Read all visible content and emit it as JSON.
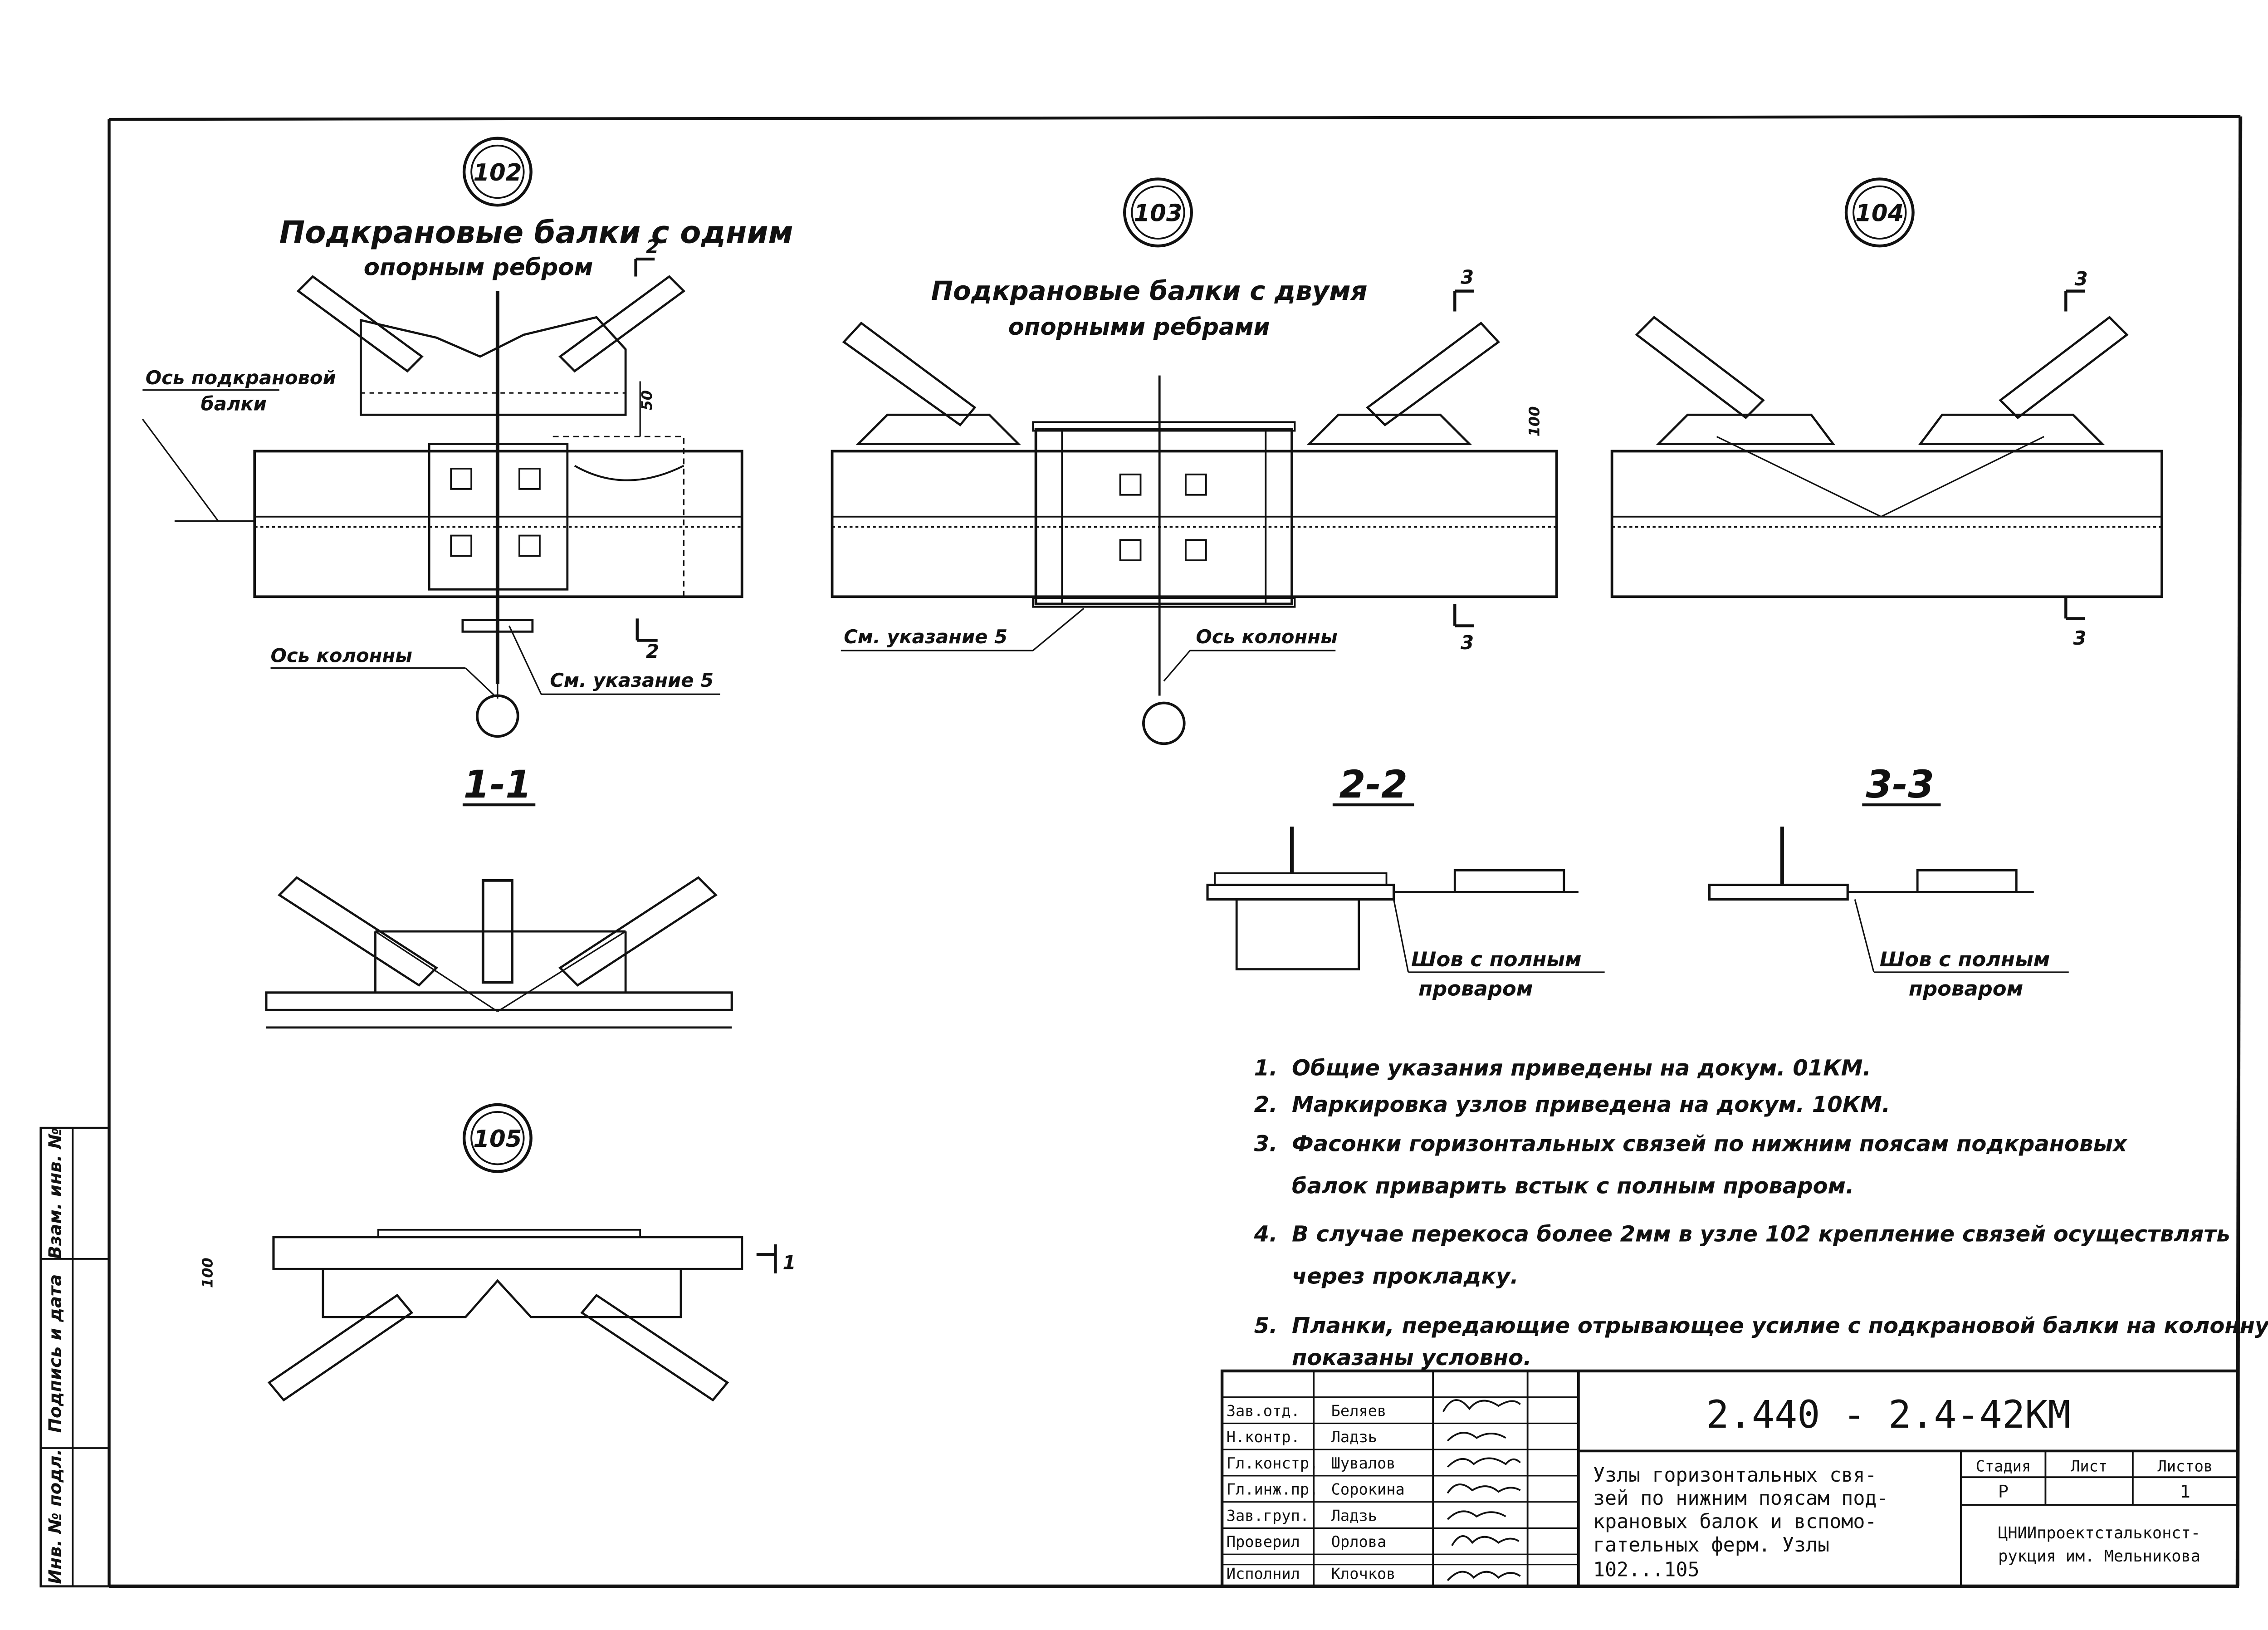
{
  "nodes": {
    "n102": {
      "id": "102",
      "title_line1": "Подкрановые балки с одним",
      "title_line2": "опорным ребром",
      "beam_axis_l1": "Ось подкрановой",
      "beam_axis_l2": "балки",
      "column_axis": "Ось колонны",
      "see_note": "См. указание 5",
      "dim": "50",
      "cut_top": "2",
      "cut_bottom": "2"
    },
    "n103": {
      "id": "103",
      "title_line1": "Подкрановые   балки с двумя",
      "title_line2": "опорными  ребрами",
      "see_note": "См. указание 5",
      "column_axis": "Ось колонны",
      "dim": "100",
      "cut_top": "3",
      "cut_bottom": "3"
    },
    "n104": {
      "id": "104",
      "cut_top": "3",
      "cut_bottom": "3"
    },
    "n105": {
      "id": "105",
      "dim": "100",
      "cut": "1"
    }
  },
  "sections": {
    "s11": "1-1",
    "s22": {
      "title": "2-2",
      "weld_l1": "Шов с полным",
      "weld_l2": "проваром"
    },
    "s33": {
      "title": "3-3",
      "weld_l1": "Шов с полным",
      "weld_l2": "проваром"
    }
  },
  "notes": [
    {
      "num": "1.",
      "lines": [
        "Общие  указания  приведены  на  докум. 01КМ."
      ]
    },
    {
      "num": "2.",
      "lines": [
        "Маркировка  узлов  приведена на докум. 10КМ."
      ]
    },
    {
      "num": "3.",
      "lines": [
        "Фасонки   горизонтальных  связей  по нижним  поясам  подкрановых",
        "балок  приварить  встык  с полным  проваром."
      ]
    },
    {
      "num": "4.",
      "lines": [
        "В случае   перекоса  более  2мм  в узле 102  крепление  связей  осуществлять",
        "через  прокладку."
      ]
    },
    {
      "num": "5.",
      "lines": [
        "Планки, передающие  отрывающее усилие  с подкрановой балки на колонну",
        "показаны  условно."
      ]
    }
  ],
  "side_stamp": [
    "Инв. № подл.",
    "Подпись и дата",
    "Взам. инв. №"
  ],
  "title_block": {
    "code": "2.440 - 2.4-42КМ",
    "title_lines": [
      "Узлы горизонтальных свя-",
      "зей по нижним поясам под-",
      "крановых балок и вспомо-",
      "гательных ферм. Узлы",
      "102...105"
    ],
    "headers": {
      "stage": "Стадия",
      "sheet": "Лист",
      "sheets": "Листов"
    },
    "stage": "Р",
    "sheet": "",
    "sheets": "1",
    "org_line1": "ЦНИИпроектстальконст-",
    "org_line2": "рукция им. Мельникова",
    "signatures": [
      {
        "role": "Зав.отд.",
        "name": "Беляев"
      },
      {
        "role": "Н.контр.",
        "name": "Ладзь"
      },
      {
        "role": "Гл.констр.",
        "name": "Шувалов"
      },
      {
        "role": "Гл.инж.пр.",
        "name": "Сорокина"
      },
      {
        "role": "Зав.груп.",
        "name": "Ладзь"
      },
      {
        "role": "Проверил",
        "name": "Орлова"
      },
      {
        "role": "Исполнил",
        "name": "Клочков"
      }
    ]
  }
}
